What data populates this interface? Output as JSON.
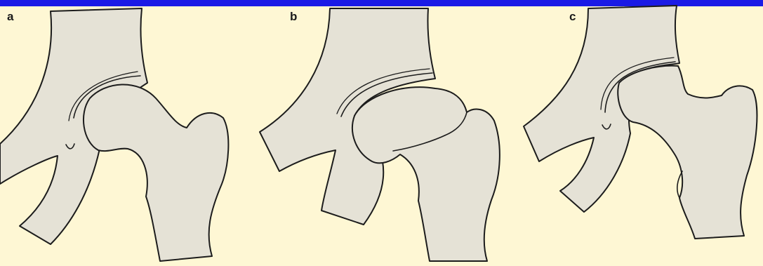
{
  "panels": [
    {
      "label": "a"
    },
    {
      "label": "b"
    },
    {
      "label": "c"
    }
  ],
  "colors": {
    "background": "#fef7d4",
    "bone_fill": "#e5e2d6",
    "outline": "#1c1c1c",
    "top_bar": "#1a1ae6"
  }
}
